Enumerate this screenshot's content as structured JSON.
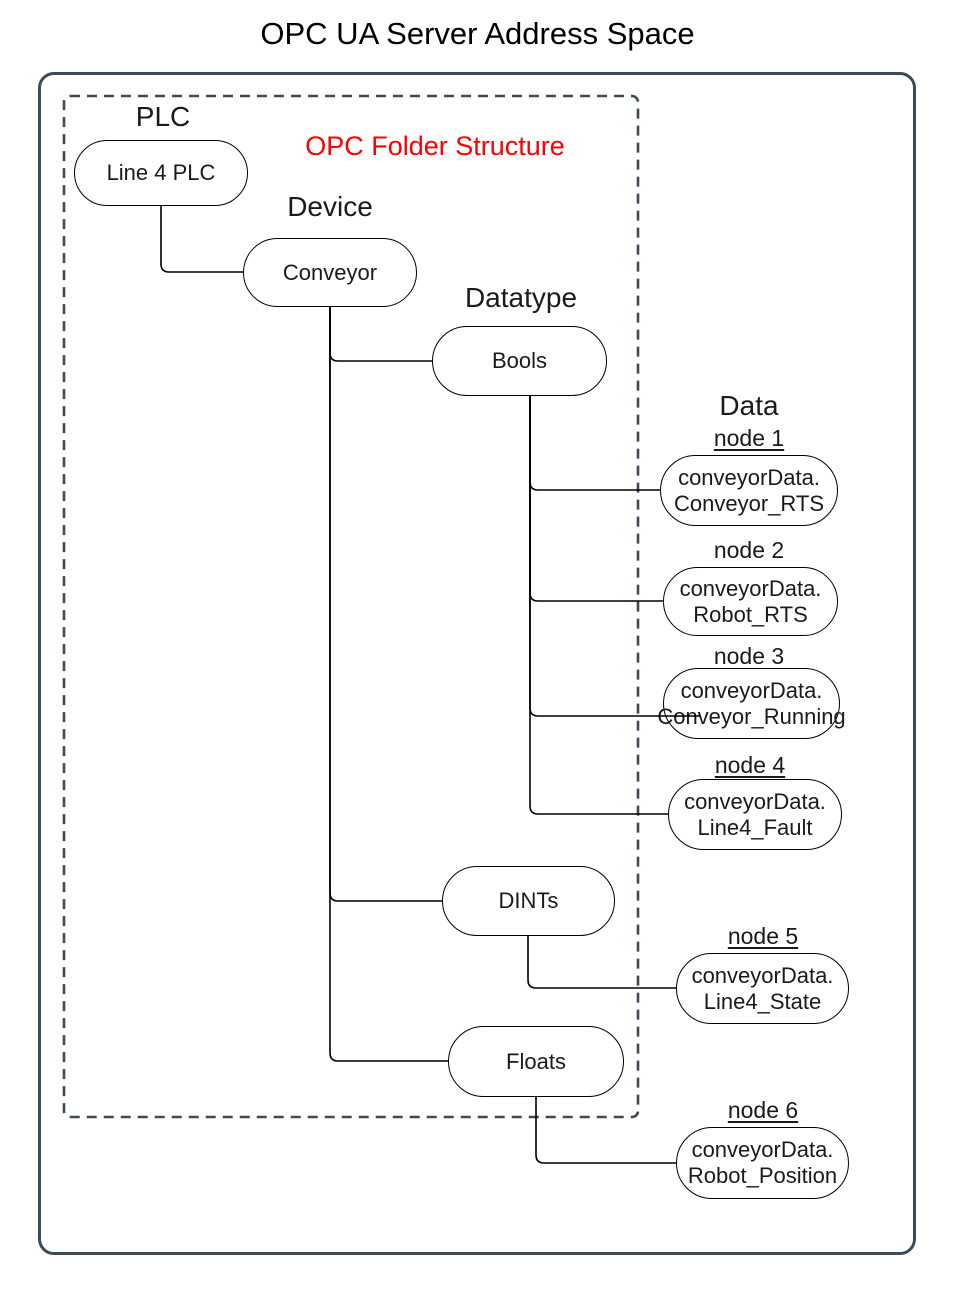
{
  "title": "OPC UA Server Address Space",
  "annotation": "OPC Folder Structure",
  "headings": {
    "plc": "PLC",
    "device": "Device",
    "datatype": "Datatype",
    "data": "Data"
  },
  "folders": {
    "plc": "Line 4 PLC",
    "device": "Conveyor",
    "bools": "Bools",
    "dints": "DINTs",
    "floats": "Floats"
  },
  "data_nodes": [
    {
      "label": "node 1",
      "line1": "conveyorData.",
      "line2": "Conveyor_RTS"
    },
    {
      "label": "node 2",
      "line1": "conveyorData.",
      "line2": "Robot_RTS"
    },
    {
      "label": "node 3",
      "line1": "conveyorData.",
      "line2": "Conveyor_Running"
    },
    {
      "label": "node 4",
      "line1": "conveyorData.",
      "line2": "Line4_Fault"
    },
    {
      "label": "node 5",
      "line1": "conveyorData.",
      "line2": "Line4_State"
    },
    {
      "label": "node 6",
      "line1": "conveyorData.",
      "line2": "Robot_Position"
    }
  ],
  "colors": {
    "annotation_red": "#ff0000",
    "frame_stroke": "#3e4a55",
    "node_stroke": "#000000",
    "text": "#1a1a1a",
    "background": "#ffffff"
  }
}
